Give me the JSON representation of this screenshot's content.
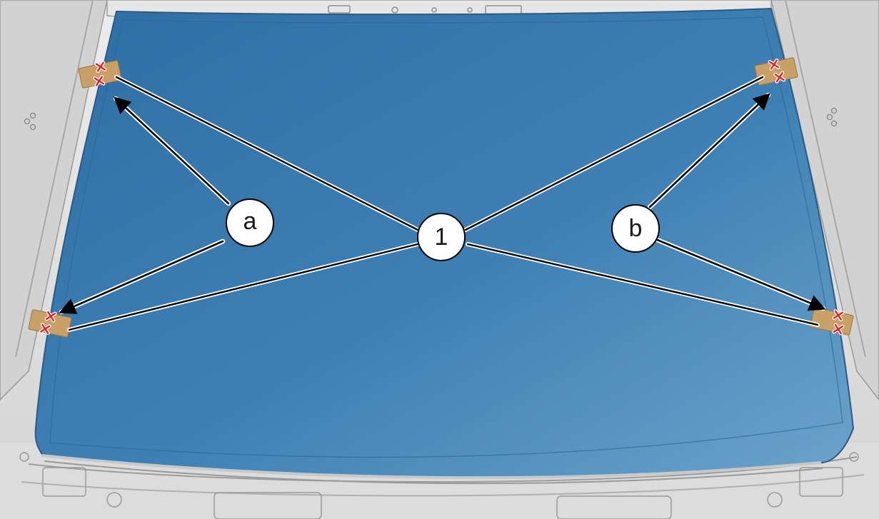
{
  "diagram": {
    "callouts": {
      "part_1": "1",
      "location_a": "a",
      "location_b": "b"
    },
    "colors": {
      "glass": "#3f7db1",
      "glass_light": "#6aa3c9",
      "body_frame": "#dedede",
      "tape": "#c9a067",
      "cross_mark": "#e31e24",
      "leader_line": "#000000"
    },
    "icons": {
      "tape_marker": "tape-with-cross-icon"
    }
  }
}
